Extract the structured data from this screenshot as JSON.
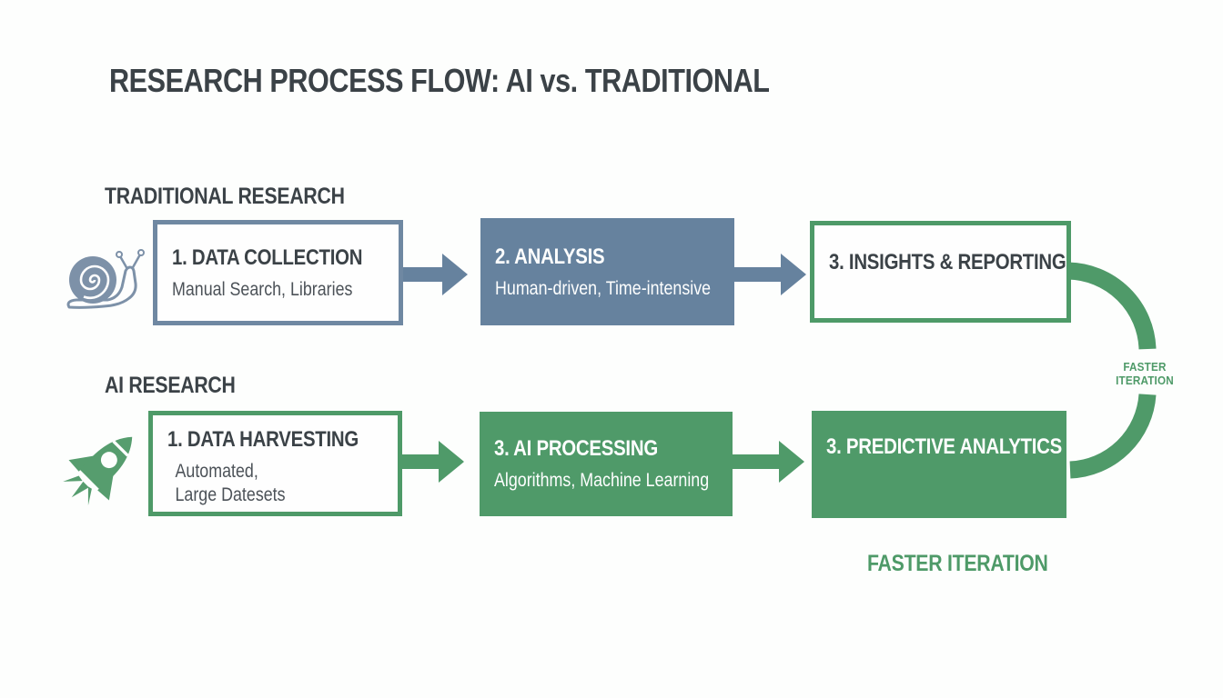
{
  "title": "RESEARCH PROCESS FLOW: AI vs. TRADITIONAL",
  "colors": {
    "steel_blue": "#66829e",
    "steel_blue_border": "#6f88a2",
    "green": "#4f9a69",
    "dark_text": "#3b4247",
    "background": "#fdfefd"
  },
  "traditional": {
    "label": "TRADITIONAL RESEARCH",
    "icon": "snail",
    "steps": [
      {
        "title": "1. DATA COLLECTION",
        "subtitle": "Manual Search, Libraries"
      },
      {
        "title": "2. ANALYSIS",
        "subtitle": "Human-driven, Time-intensive"
      },
      {
        "title": "3. INSIGHTS & REPORTING"
      }
    ]
  },
  "ai": {
    "label": "AI RESEARCH",
    "icon": "rocket",
    "steps": [
      {
        "title": "1. DATA HARVESTING",
        "subtitle_line1": "Automated,",
        "subtitle_line2": "Large Datesets"
      },
      {
        "title": "3. AI PROCESSING",
        "subtitle": "Algorithms, Machine Learning"
      },
      {
        "title": "3. PREDICTIVE ANALYTICS"
      }
    ]
  },
  "annotations": {
    "side_label_line1": "FASTER",
    "side_label_line2": "ITERATION",
    "bottom_label": "FASTER ITERATION"
  }
}
